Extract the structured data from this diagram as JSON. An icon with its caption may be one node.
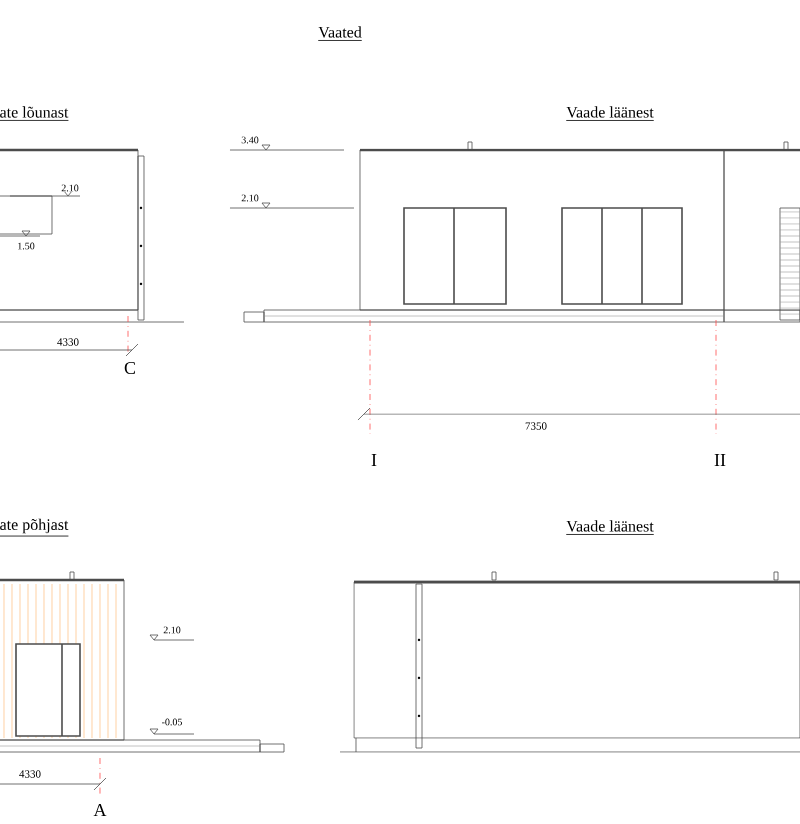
{
  "diagram": {
    "title": "Vaated",
    "labels": [
      "ate lõunast",
      "Vaade läänest",
      "3.40",
      "2.10",
      "2.10",
      "1.50",
      "4330",
      "C",
      "7350",
      "I",
      "II",
      "ate põhjast",
      "Vaade läänest",
      "2.10",
      "-0.05",
      "4330",
      "A"
    ]
  }
}
